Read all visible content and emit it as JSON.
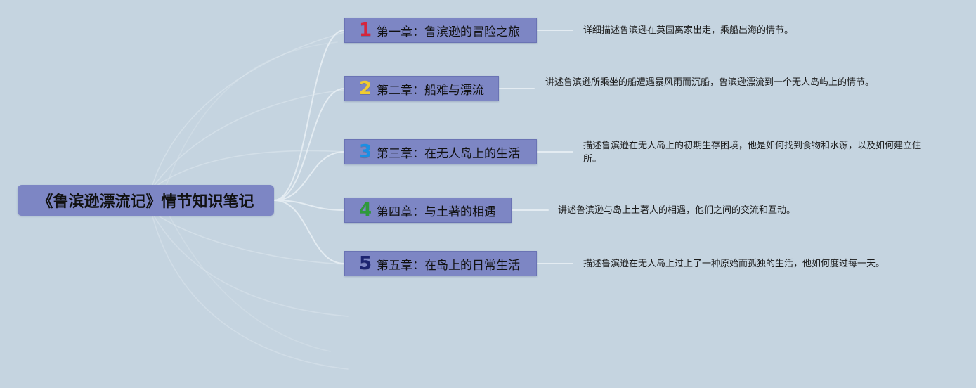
{
  "root": {
    "title": "《鲁滨逊漂流记》情节知识笔记"
  },
  "chapters": [
    {
      "number": "1",
      "number_color": "#d6263c",
      "title": "第一章：鲁滨逊的冒险之旅",
      "description": "详细描述鲁滨逊在英国离家出走，乘船出海的情节。"
    },
    {
      "number": "2",
      "number_color": "#f2cc2f",
      "title": "第二章：船难与漂流",
      "description": "讲述鲁滨逊所乘坐的船遭遇暴风雨而沉船，鲁滨逊漂流到一个无人岛屿上的情节。"
    },
    {
      "number": "3",
      "number_color": "#1b8fe3",
      "title": "第三章：在无人岛上的生活",
      "description": "描述鲁滨逊在无人岛上的初期生存困境，他是如何找到食物和水源，以及如何建立住所。"
    },
    {
      "number": "4",
      "number_color": "#2e9a3a",
      "title": "第四章：与土著的相遇",
      "description": "讲述鲁滨逊与岛上土著人的相遇，他们之间的交流和互动。"
    },
    {
      "number": "5",
      "number_color": "#1c2470",
      "title": "第五章：在岛上的日常生活",
      "description": "描述鲁滨逊在无人岛上过上了一种原始而孤独的生活，他如何度过每一天。"
    }
  ]
}
